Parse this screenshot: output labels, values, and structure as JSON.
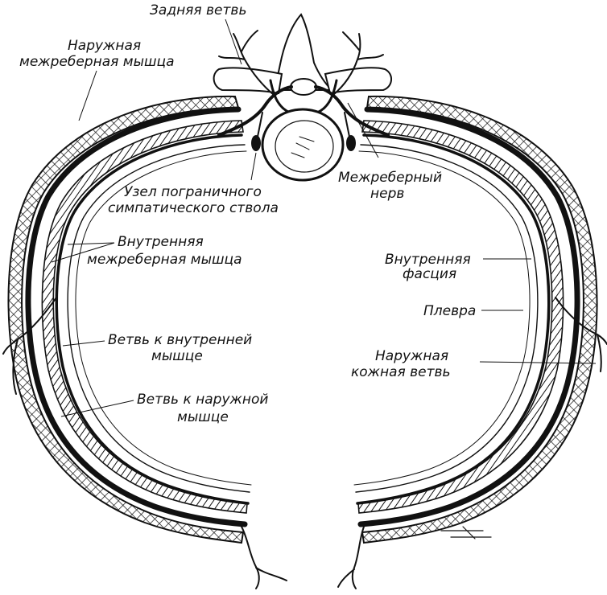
{
  "colors": {
    "ink": "#111111",
    "paper": "#ffffff"
  },
  "labels": {
    "posterior_branch": "Задняя ветвь",
    "external_intercostal_1": "Наружная",
    "external_intercostal_2": "межреберная мышца",
    "ganglion_1": "Узел пограничного",
    "ganglion_2": "симпатического ствола",
    "intercostal_nerve_1": "Межреберный",
    "intercostal_nerve_2": "нерв",
    "internal_intercostal_1": "Внутренняя",
    "internal_intercostal_2": "межреберная мышца",
    "internal_fascia_1": "Внутренняя",
    "internal_fascia_2": "фасция",
    "pleura": "Плевра",
    "branch_internal_1": "Ветвь к внутренней",
    "branch_internal_2": "мышце",
    "external_cutaneous_1": "Наружная",
    "external_cutaneous_2": "кожная ветвь",
    "branch_external_1": "Ветвь к наружной",
    "branch_external_2": "мышце"
  }
}
